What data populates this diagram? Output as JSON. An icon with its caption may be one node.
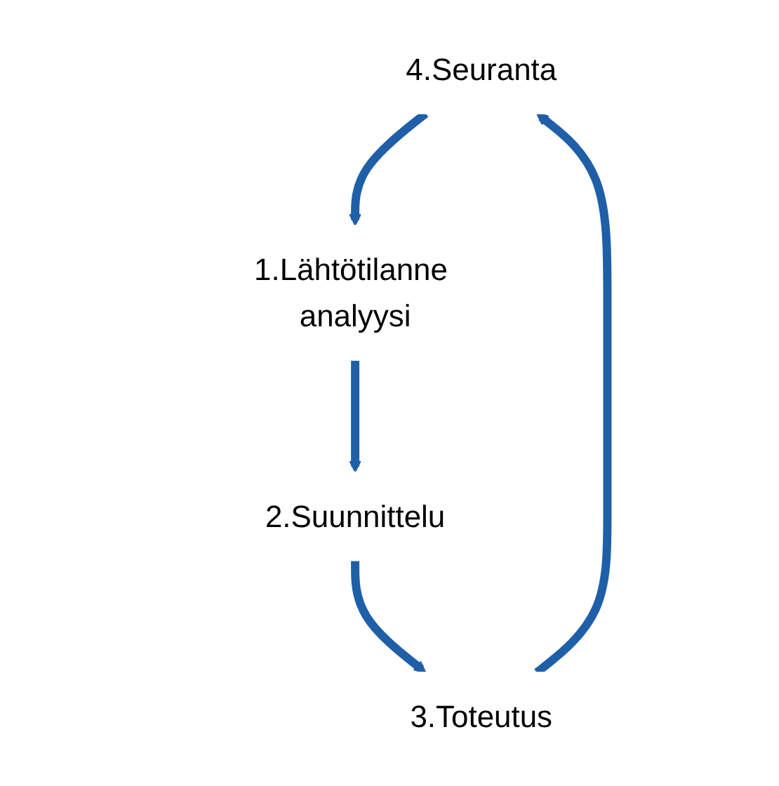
{
  "diagram": {
    "nodes": [
      {
        "text": [
          "4.Seuranta"
        ]
      },
      {
        "text": [
          "1.Lähtötilanne analyysi"
        ]
      },
      {
        "text": [
          "3.Toteutus"
        ]
      },
      {
        "text": [
          "2.Suunnittelu"
        ]
      }
    ],
    "edges": [
      {
        "from": 0,
        "to": 1,
        "arrow": "to"
      },
      {
        "from": 1,
        "to": 3,
        "arrow": "to"
      },
      {
        "from": 3,
        "to": 2,
        "arrow": "to"
      },
      {
        "from": 2,
        "to": 0,
        "arrow": "to"
      }
    ]
  }
}
